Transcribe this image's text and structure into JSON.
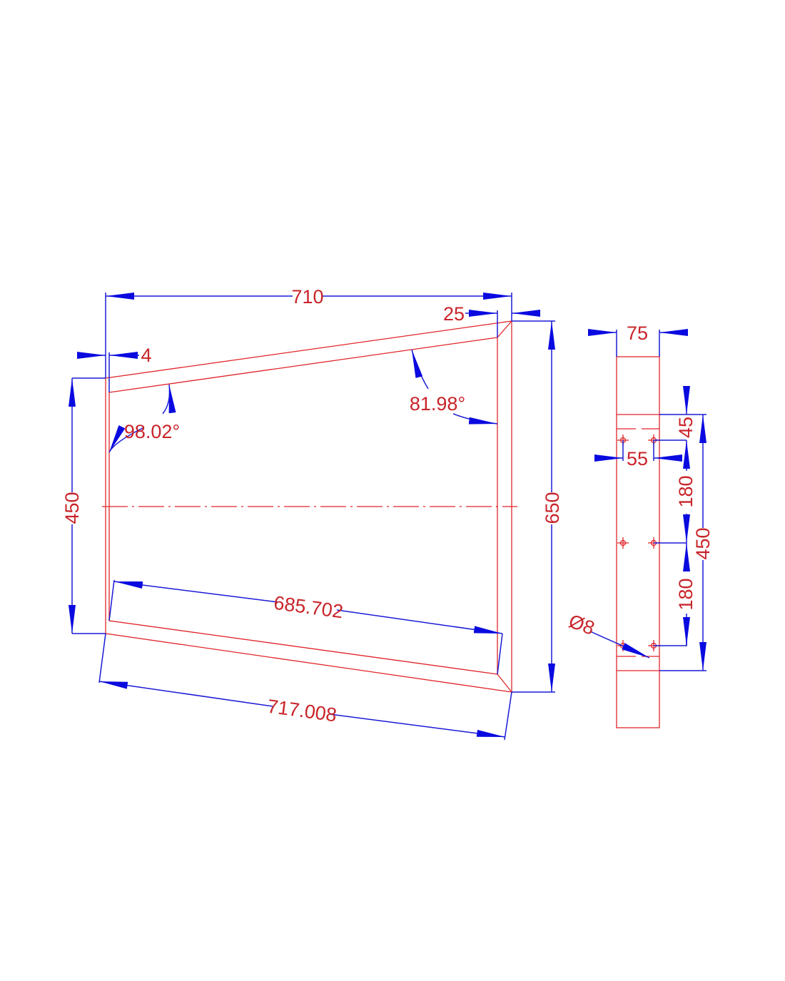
{
  "drawing": {
    "colors": {
      "geometry": "#e0252a",
      "dimension": "#1a1ad6"
    },
    "front_view": {
      "dim_width": "710",
      "dim_right_offset": "25",
      "dim_left_offset": "4",
      "dim_left_height": "450",
      "dim_right_height": "650",
      "dim_inner_bottom": "685.702",
      "dim_outer_bottom": "717.008",
      "angle_left": "98.02°",
      "angle_right": "81.98°"
    },
    "side_view": {
      "dim_width": "75",
      "dim_hole_spacing": "55",
      "dim_top_offset": "45",
      "dim_pitch_1": "180",
      "dim_pitch_2": "180",
      "dim_total": "450",
      "dim_hole_diameter": "Ø8"
    }
  }
}
